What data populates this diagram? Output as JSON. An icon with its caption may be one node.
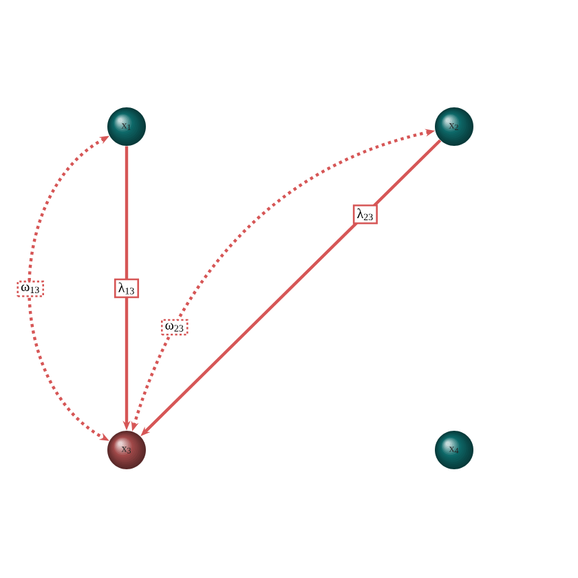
{
  "diagram": {
    "nodes": [
      {
        "text": [
          "x$_{1}$"
        ]
      },
      {
        "text": [
          "x$_{2}$"
        ]
      },
      {
        "text": [
          "x$_{3}$"
        ]
      },
      {
        "text": [
          "x$_{4}$"
        ]
      }
    ],
    "edges": [
      {
        "from": 0,
        "to": 2,
        "arrow": "to",
        "label": "λ$_{13}$"
      },
      {
        "from": 1,
        "to": 2,
        "arrow": "to",
        "label": "λ$_{23}$"
      },
      {
        "from": 0,
        "to": 2,
        "arrow": "both",
        "label": "ω$_{13}$",
        "style": "dashed"
      },
      {
        "from": 1,
        "to": 2,
        "arrow": "both",
        "label": "ω$_{23}$",
        "style": "dashed"
      }
    ]
  }
}
